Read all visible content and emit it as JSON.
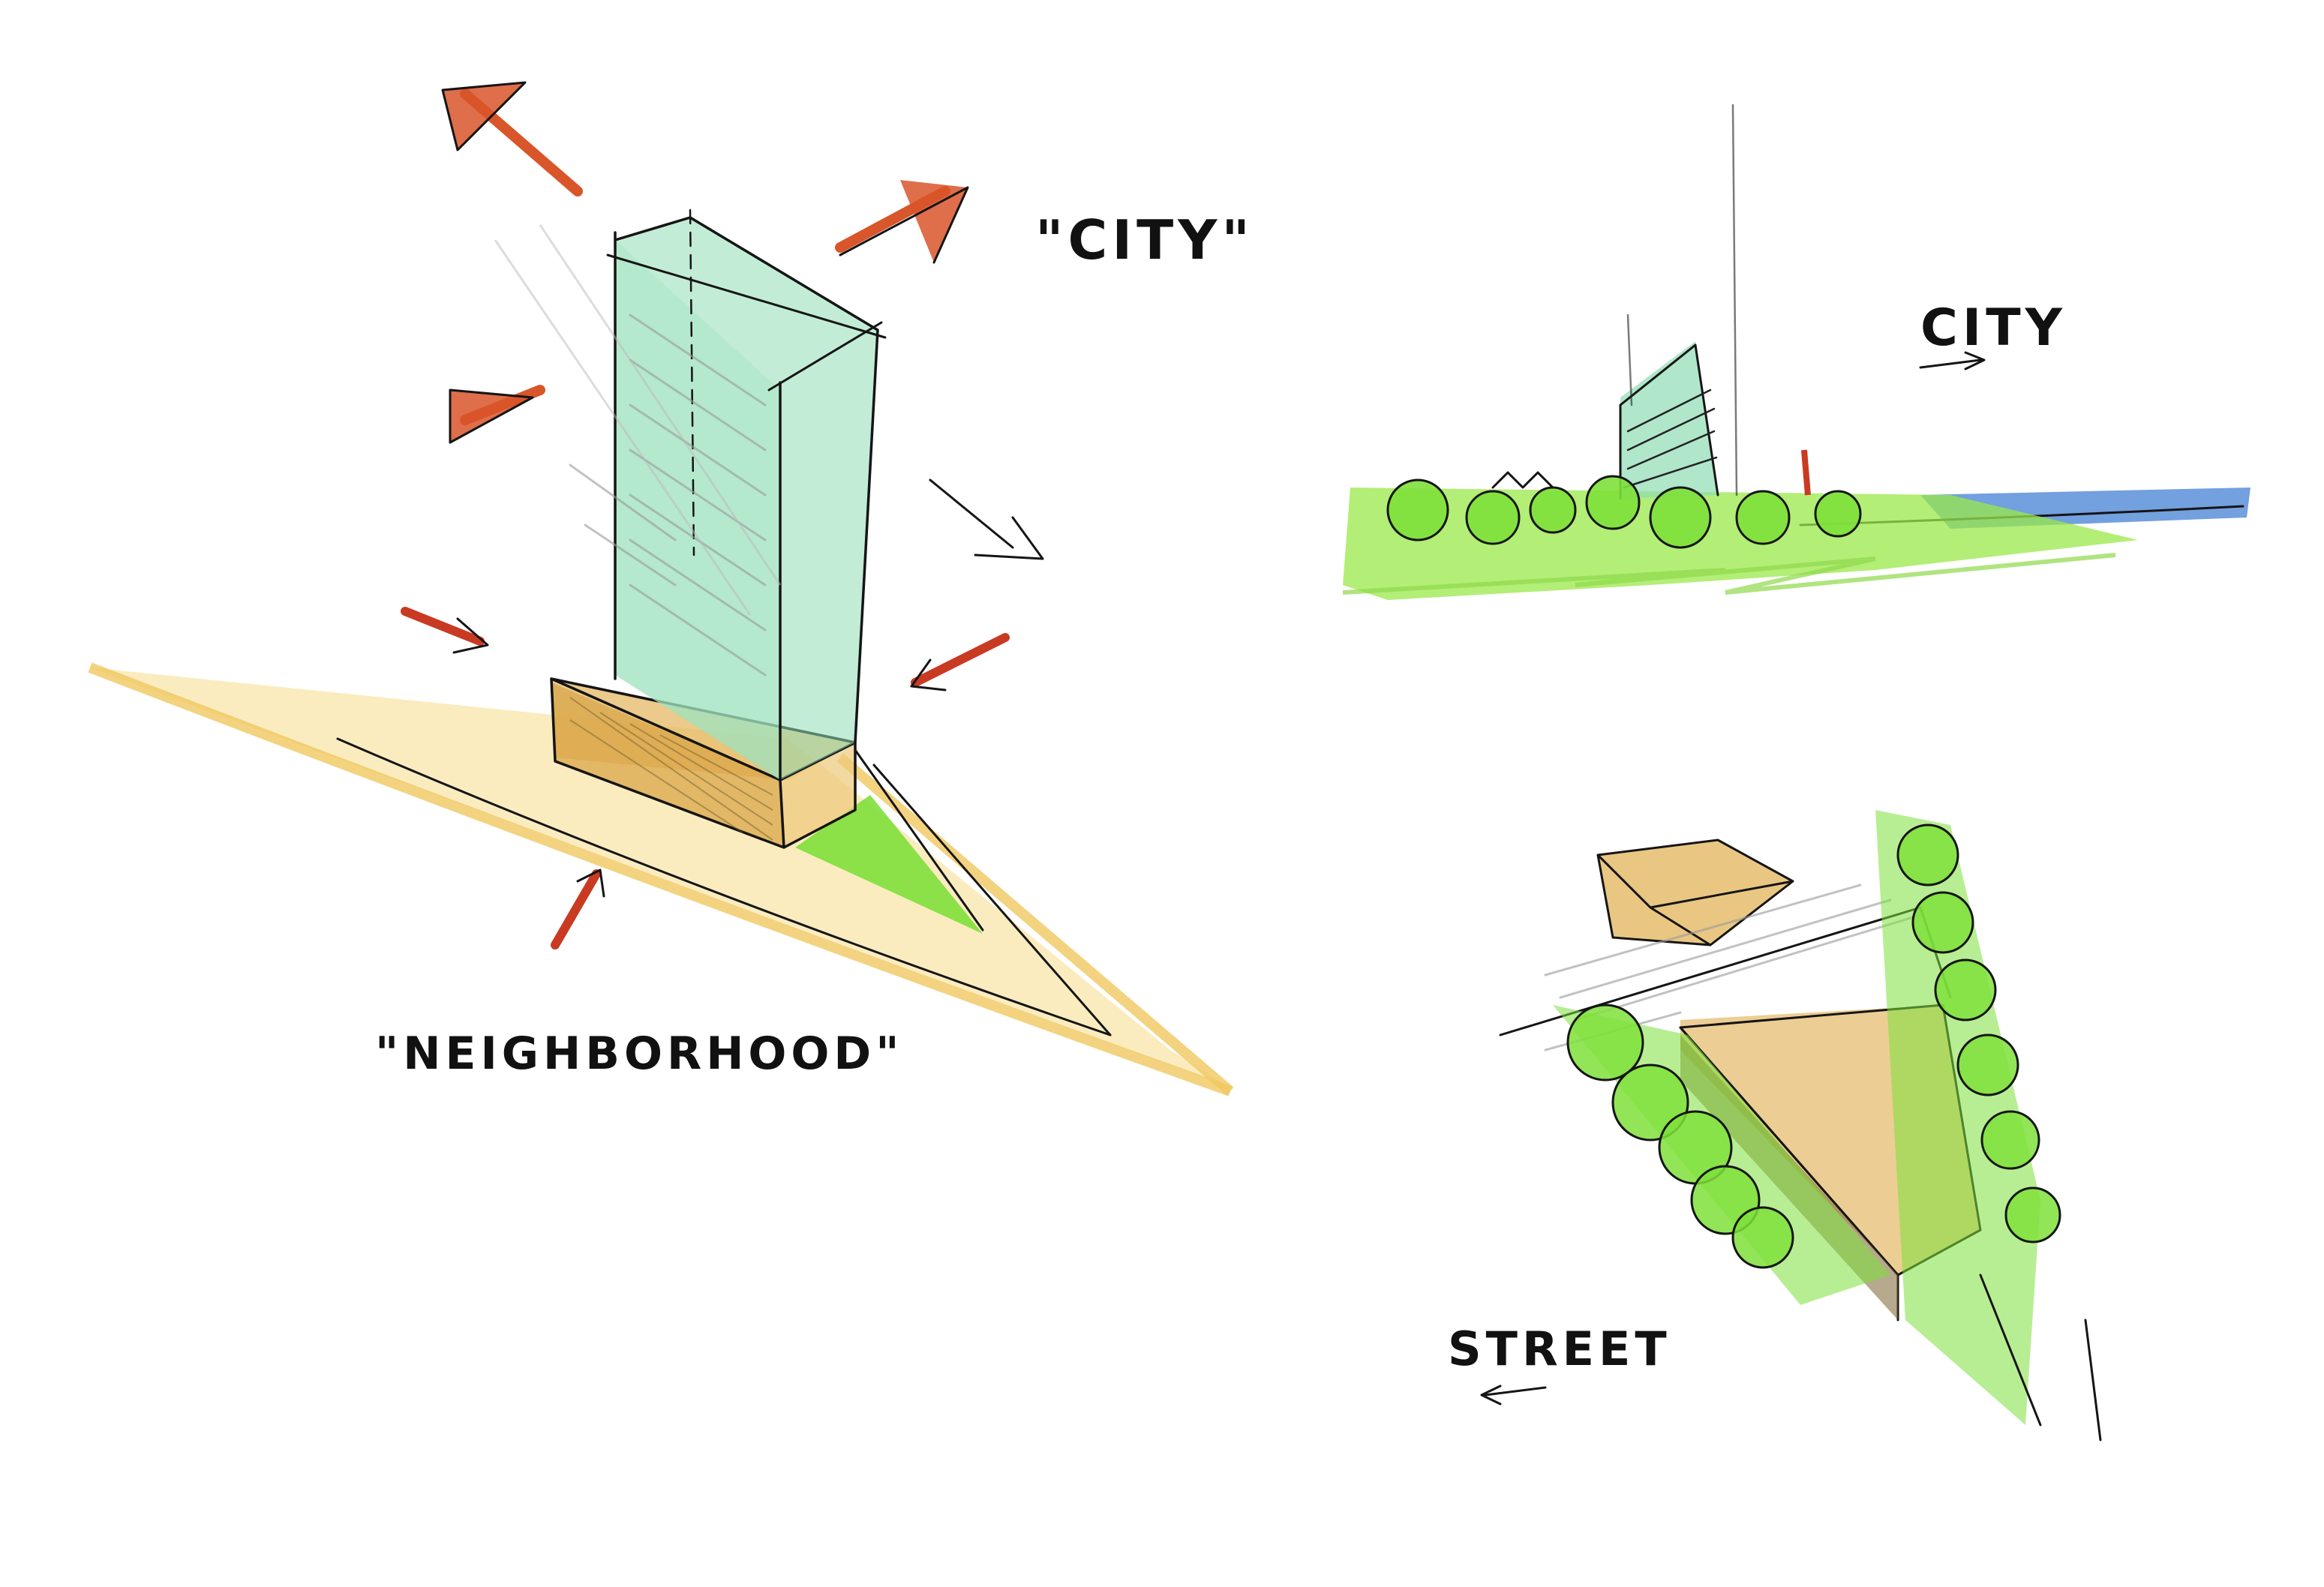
{
  "labels": {
    "city_quote": "\"CITY\"",
    "neighborhood_quote": "\"NEIGHBORHOOD\"",
    "city": "CITY",
    "street": "STREET"
  },
  "colors": {
    "orange_arrow": "#d9552a",
    "red_arrow": "#c93a22",
    "tower_glass": "#8fdcb4",
    "podium_ochre": "#e2b45a",
    "road_yellow": "#f2cf6a",
    "lawn_green": "#7ee03a",
    "water_blue": "#5b8fd8",
    "ink": "#151515"
  },
  "icons": [
    "arrow-out-icon",
    "arrow-in-icon",
    "tree-canopy-icon"
  ]
}
